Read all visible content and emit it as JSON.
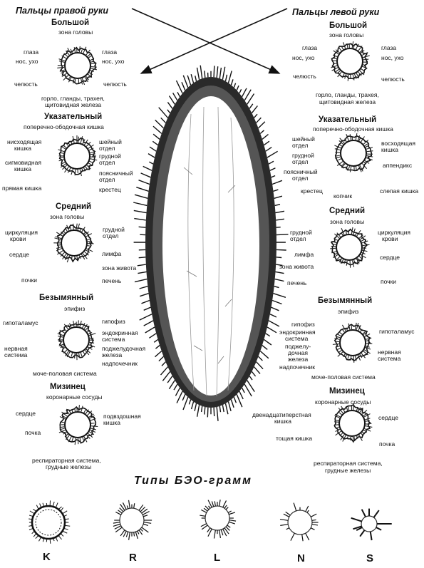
{
  "right_hand": {
    "header": "Пальцы правой руки",
    "thumb": {
      "title": "Большой",
      "top": "зона головы",
      "l1": "глаза",
      "l2": "нос, ухо",
      "l3": "челюсть",
      "r1": "глаза",
      "r2": "нос, ухо",
      "r3": "челюсть",
      "b1": "горло, гланды, трахея,",
      "b2": "щитовидная железа"
    },
    "index": {
      "title": "Указательный",
      "top": "поперечно-ободочная кишка",
      "l1": "нисходящая",
      "l2": "кишка",
      "l3": "сигмовидная",
      "l4": "кишка",
      "l5": "прямая кишка",
      "r1": "шейный",
      "r2": "отдел",
      "r3": "грудной",
      "r4": "отдел",
      "r5": "поясничный",
      "r6": "отдел",
      "r7": "крестец"
    },
    "middle": {
      "title": "Средний",
      "top": "зона головы",
      "l1": "циркуляция",
      "l2": "крови",
      "l3": "сердце",
      "l4": "почки",
      "r1": "грудной",
      "r2": "отдел",
      "r3": "лимфа",
      "r4": "зона живота",
      "r5": "печень"
    },
    "ring": {
      "title": "Безымянный",
      "top": "эпифиз",
      "l1": "гипоталамус",
      "l2": "нервная",
      "l3": "система",
      "r1": "гипофиз",
      "r2": "эндокринная",
      "r3": "система",
      "r4": "поджелудочная",
      "r5": "железа",
      "r6": "надпочечник",
      "b1": "моче-половая система"
    },
    "little": {
      "title": "Мизинец",
      "top": "коронарные сосуды",
      "l1": "сердце",
      "l2": "почка",
      "r1": "подвздошная",
      "r2": "кишка",
      "b1": "респираторная система,",
      "b2": "грудные железы"
    }
  },
  "left_hand": {
    "header": "Пальцы левой руки",
    "thumb": {
      "title": "Большой",
      "top": "зона головы",
      "l1": "глаза",
      "l2": "нос, ухо",
      "l3": "челюсть",
      "r1": "глаза",
      "r2": "нос, ухо",
      "r3": "челюсть",
      "b1": "горло, гланды, трахея,",
      "b2": "щитовидная железа"
    },
    "index": {
      "title": "Указательный",
      "top": "поперечно-ободочная кишка",
      "l1": "шейный",
      "l2": "отдел",
      "l3": "грудной",
      "l4": "отдел",
      "l5": "поясничный",
      "l6": "отдел",
      "l7": "крестец",
      "r1": "восходящая",
      "r2": "кишка",
      "r3": "аппендикс",
      "r4": "слепая кишка",
      "b1": "копчик"
    },
    "middle": {
      "title": "Средний",
      "top": "зона головы",
      "l1": "грудной",
      "l2": "отдел",
      "l3": "лимфа",
      "l4": "зона живота",
      "l5": "печень",
      "r1": "циркуляция",
      "r2": "крови",
      "r3": "сердце",
      "r4": "почки"
    },
    "ring": {
      "title": "Безымянный",
      "top": "эпифиз",
      "l1": "гипофиз",
      "l2": "эндокринная",
      "l3": "система",
      "l4": "поджелу-",
      "l5": "дочная",
      "l6": "железа",
      "l7": "надпочечник",
      "r1": "гипоталамус",
      "r2": "нервная",
      "r3": "система",
      "b1": "моче-половая система"
    },
    "little": {
      "title": "Мизинец",
      "top": "коронарные сосуды",
      "l1": "двенадцатиперстная",
      "l2": "кишка",
      "l3": "тощая кишка",
      "r1": "сердце",
      "r2": "почка",
      "b1": "респираторная система,",
      "b2": "грудные железы"
    }
  },
  "types": {
    "title": "Типы БЭО-грамм",
    "labels": [
      "K",
      "R",
      "L",
      "N",
      "S"
    ]
  }
}
